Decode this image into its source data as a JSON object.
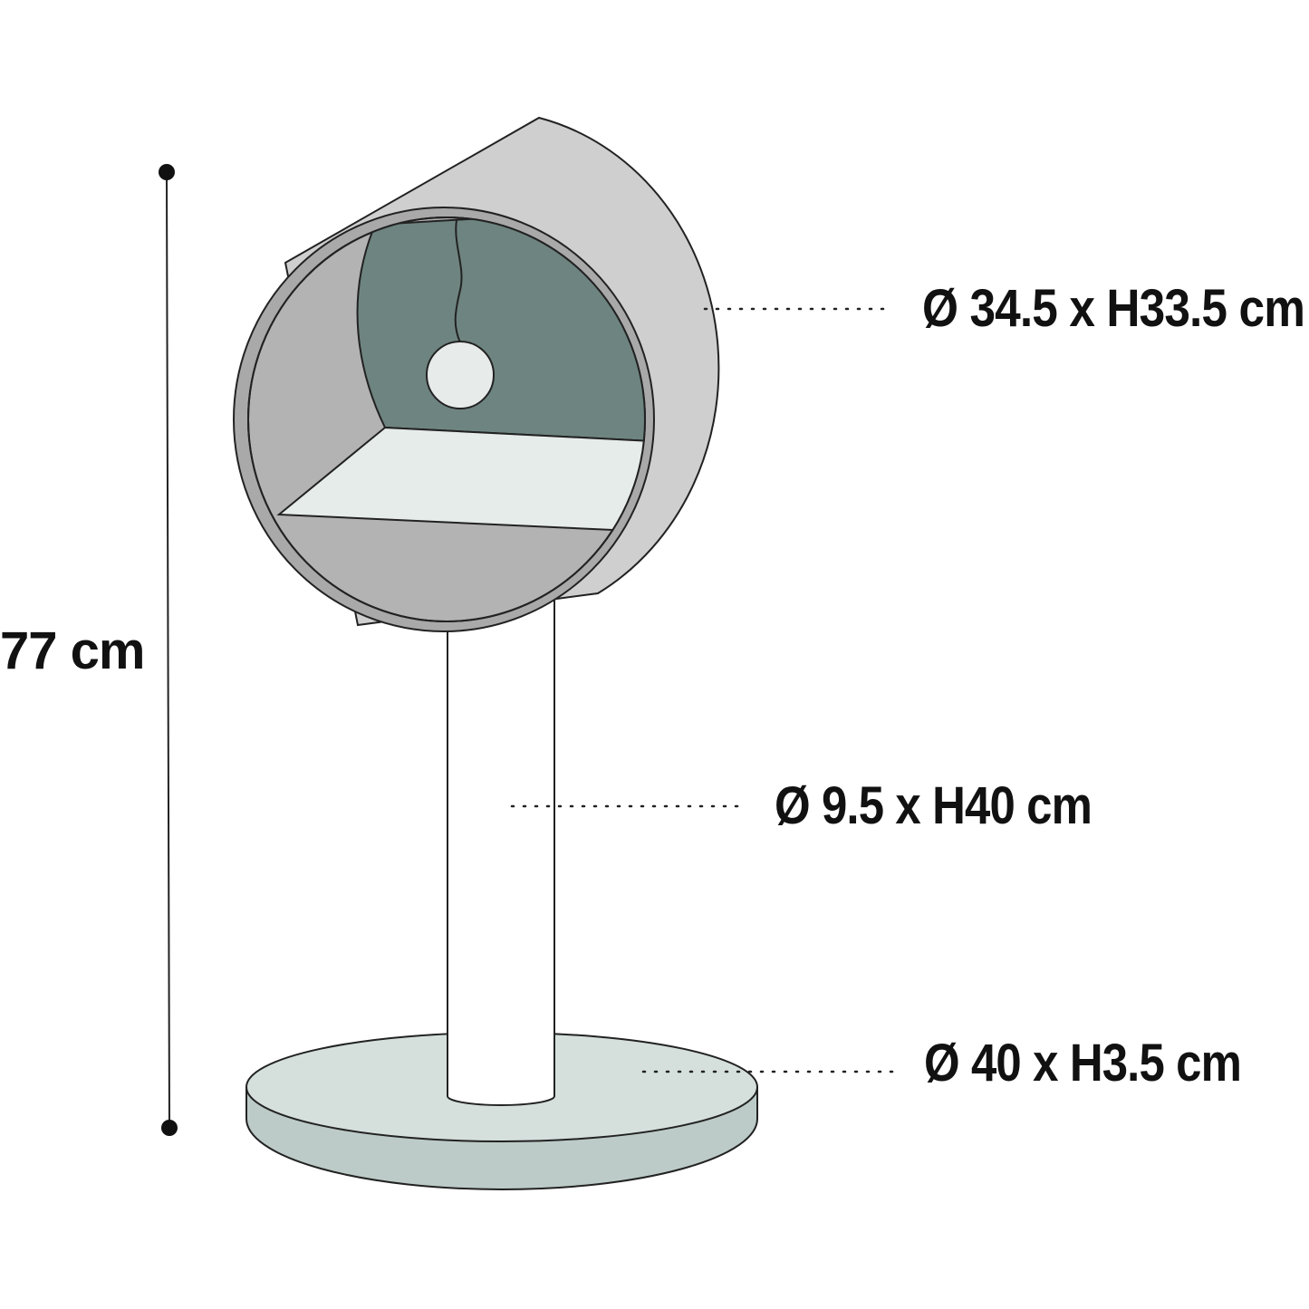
{
  "labels": {
    "total_height": "77 cm",
    "bed": "Ø 34.5 x H33.5 cm",
    "post": "Ø 9.5 x H40 cm",
    "base": "Ø 40 x H3.5 cm"
  },
  "colors": {
    "bed_shell": "#cfcfcf",
    "bed_rim": "#a9a9a9",
    "bed_interior": "#b3b3b3",
    "bed_back_wall": "#6e8480",
    "bed_floor": "#e6ecea",
    "toy_ball": "#e7ebea",
    "post": "#ffffff",
    "base_top": "#d5e0dd",
    "base_side": "#bccbc7",
    "line": "#222222"
  }
}
